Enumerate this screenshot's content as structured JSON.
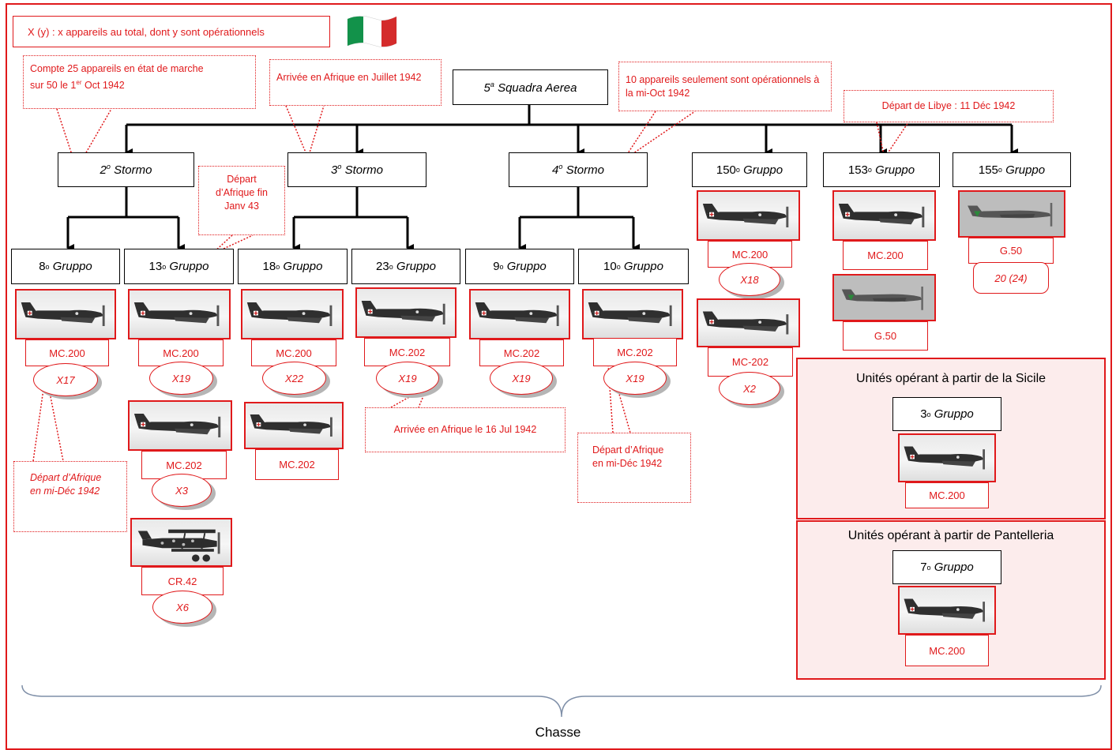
{
  "legend": "X (y) : x appareils au total, dont y sont opérationnels",
  "root": {
    "num": "5",
    "sup": "a",
    "name": "Squadra  Aerea"
  },
  "stormi": [
    {
      "num": "2",
      "sup": "o",
      "name": "Stormo"
    },
    {
      "num": "3",
      "sup": "o",
      "name": "Stormo"
    },
    {
      "num": "4",
      "sup": "o",
      "name": "Stormo"
    }
  ],
  "independent_gruppi": [
    {
      "num": "150",
      "sup": "o",
      "name": "Gruppo"
    },
    {
      "num": "153",
      "sup": "o",
      "name": "Gruppo"
    },
    {
      "num": "155",
      "sup": "o",
      "name": "Gruppo"
    }
  ],
  "gruppi": [
    {
      "num": "8",
      "sup": "o",
      "name": "Gruppo"
    },
    {
      "num": "13",
      "sup": "o",
      "name": "Gruppo"
    },
    {
      "num": "18",
      "sup": "o",
      "name": "Gruppo"
    },
    {
      "num": "23",
      "sup": "o",
      "name": "Gruppo"
    },
    {
      "num": "9",
      "sup": "o",
      "name": "Gruppo"
    },
    {
      "num": "10",
      "sup": "o",
      "name": "Gruppo"
    }
  ],
  "aircraft": {
    "g8": [
      {
        "type": "MC.200",
        "count": "X17",
        "kind": "mono"
      }
    ],
    "g13": [
      {
        "type": "MC.200",
        "count": "X19",
        "kind": "mono"
      },
      {
        "type": "MC.202",
        "count": "X3",
        "kind": "mono"
      },
      {
        "type": "CR.42",
        "count": "X6",
        "kind": "biplane"
      }
    ],
    "g18": [
      {
        "type": "MC.200",
        "count": "X22",
        "kind": "mono"
      },
      {
        "type": "MC.202",
        "count": "",
        "kind": "mono"
      }
    ],
    "g23": [
      {
        "type": "MC.202",
        "count": "X19",
        "kind": "mono"
      }
    ],
    "g9": [
      {
        "type": "MC.202",
        "count": "X19",
        "kind": "mono"
      }
    ],
    "g10": [
      {
        "type": "MC.202",
        "count": "X19",
        "kind": "mono"
      }
    ],
    "g150": [
      {
        "type": "MC.200",
        "count": "X18",
        "kind": "mono"
      },
      {
        "type": "MC-202",
        "count": "X2",
        "kind": "mono"
      }
    ],
    "g153": [
      {
        "type": "MC.200",
        "count": "",
        "kind": "mono"
      },
      {
        "type": "G.50",
        "count": "",
        "kind": "g50"
      }
    ],
    "g155": [
      {
        "type": "G.50",
        "count": "20 (24)",
        "kind": "g50"
      }
    ]
  },
  "notes": {
    "n1_line1": "Compte 25 appareils en état de marche",
    "n1_line2_a": "sur 50 le 1",
    "n1_line2_sup": "er",
    "n1_line2_b": " Oct 1942",
    "n2": "Arrivée en Afrique en Juillet 1942",
    "n3": "10 appareils seulement sont opérationnels à la mi-Oct 1942",
    "n4": "Départ de Libye : 11 Déc 1942",
    "n5": "Départ d’Afrique fin Janv 43",
    "n6": "Arrivée en Afrique le 16 Jul 1942",
    "n7": "Départ d’Afrique en mi-Déc 1942",
    "n8": "Départ d’Afrique en mi-Déc 1942"
  },
  "panels": [
    {
      "title": "Unités opérant à partir de la Sicile",
      "unit_num": "3",
      "unit_sup": "o",
      "unit_name": "Gruppo",
      "aircraft": "MC.200"
    },
    {
      "title": "Unités opérant à partir de Pantelleria",
      "unit_num": "7",
      "unit_sup": "o",
      "unit_name": "Gruppo",
      "aircraft": "MC.200"
    }
  ],
  "footer": "Chasse",
  "colors": {
    "accent": "#e0191b",
    "flag_green": "#12924a",
    "flag_red": "#d42b2b",
    "panel_bg": "#fcecec"
  }
}
